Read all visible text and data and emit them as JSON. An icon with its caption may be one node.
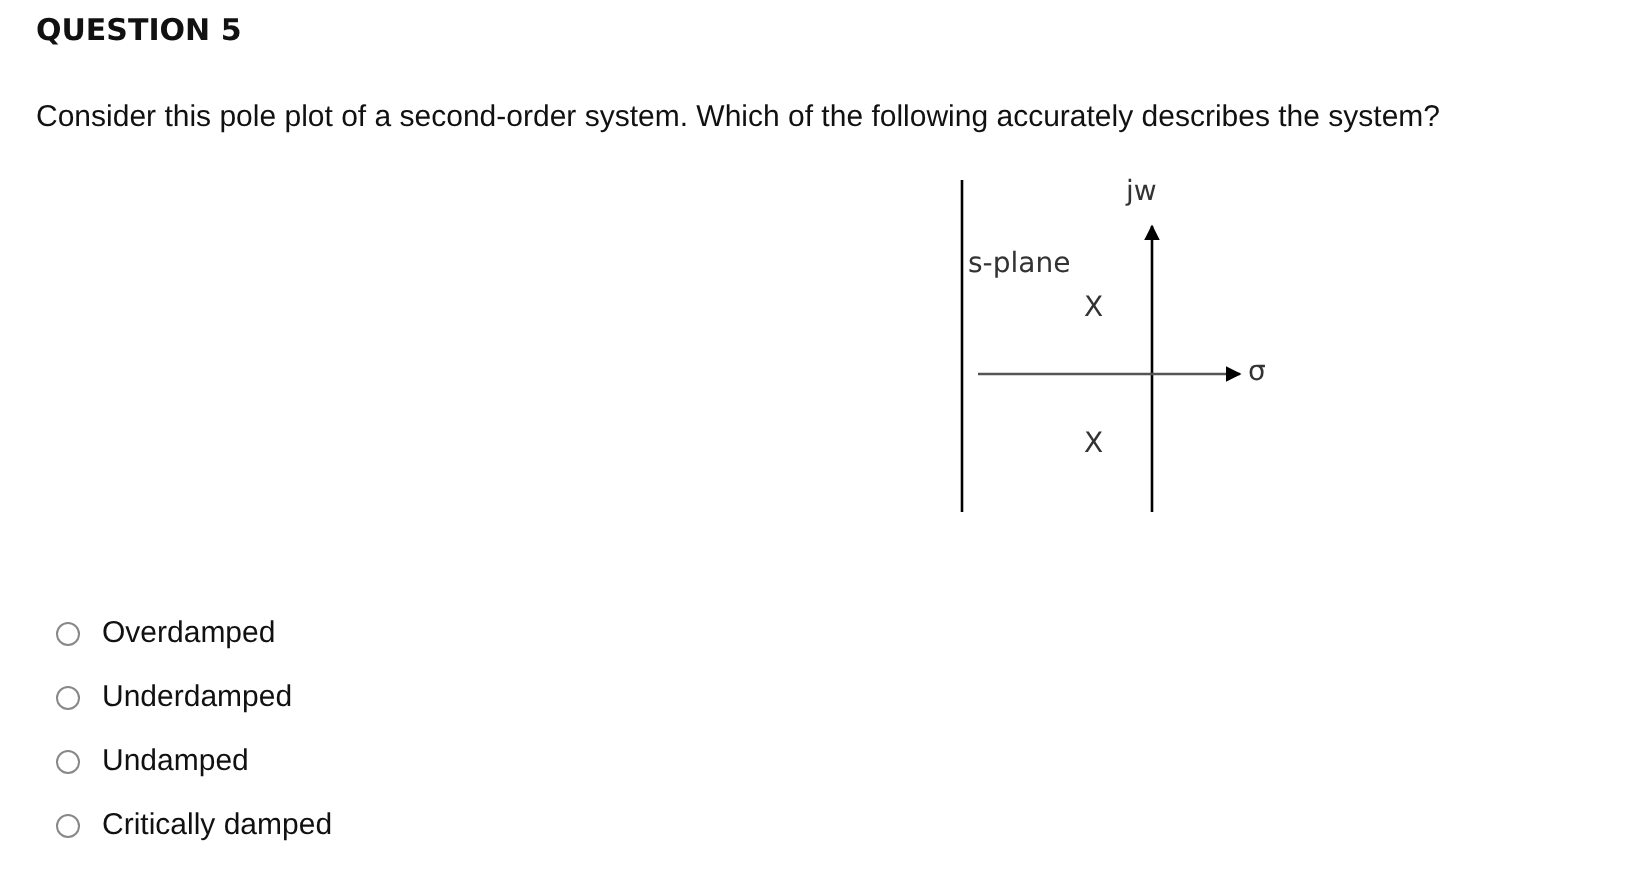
{
  "diagram": {
    "title": "QUESTION 5",
    "labels": [
      "Consider this pole plot of a second-order system.  Which of the following accurately describes the system?",
      "jw",
      "s-plane",
      "X",
      "σ",
      "X",
      "Overdamped",
      "Underdamped",
      "Undamped",
      "Critically damped"
    ]
  }
}
